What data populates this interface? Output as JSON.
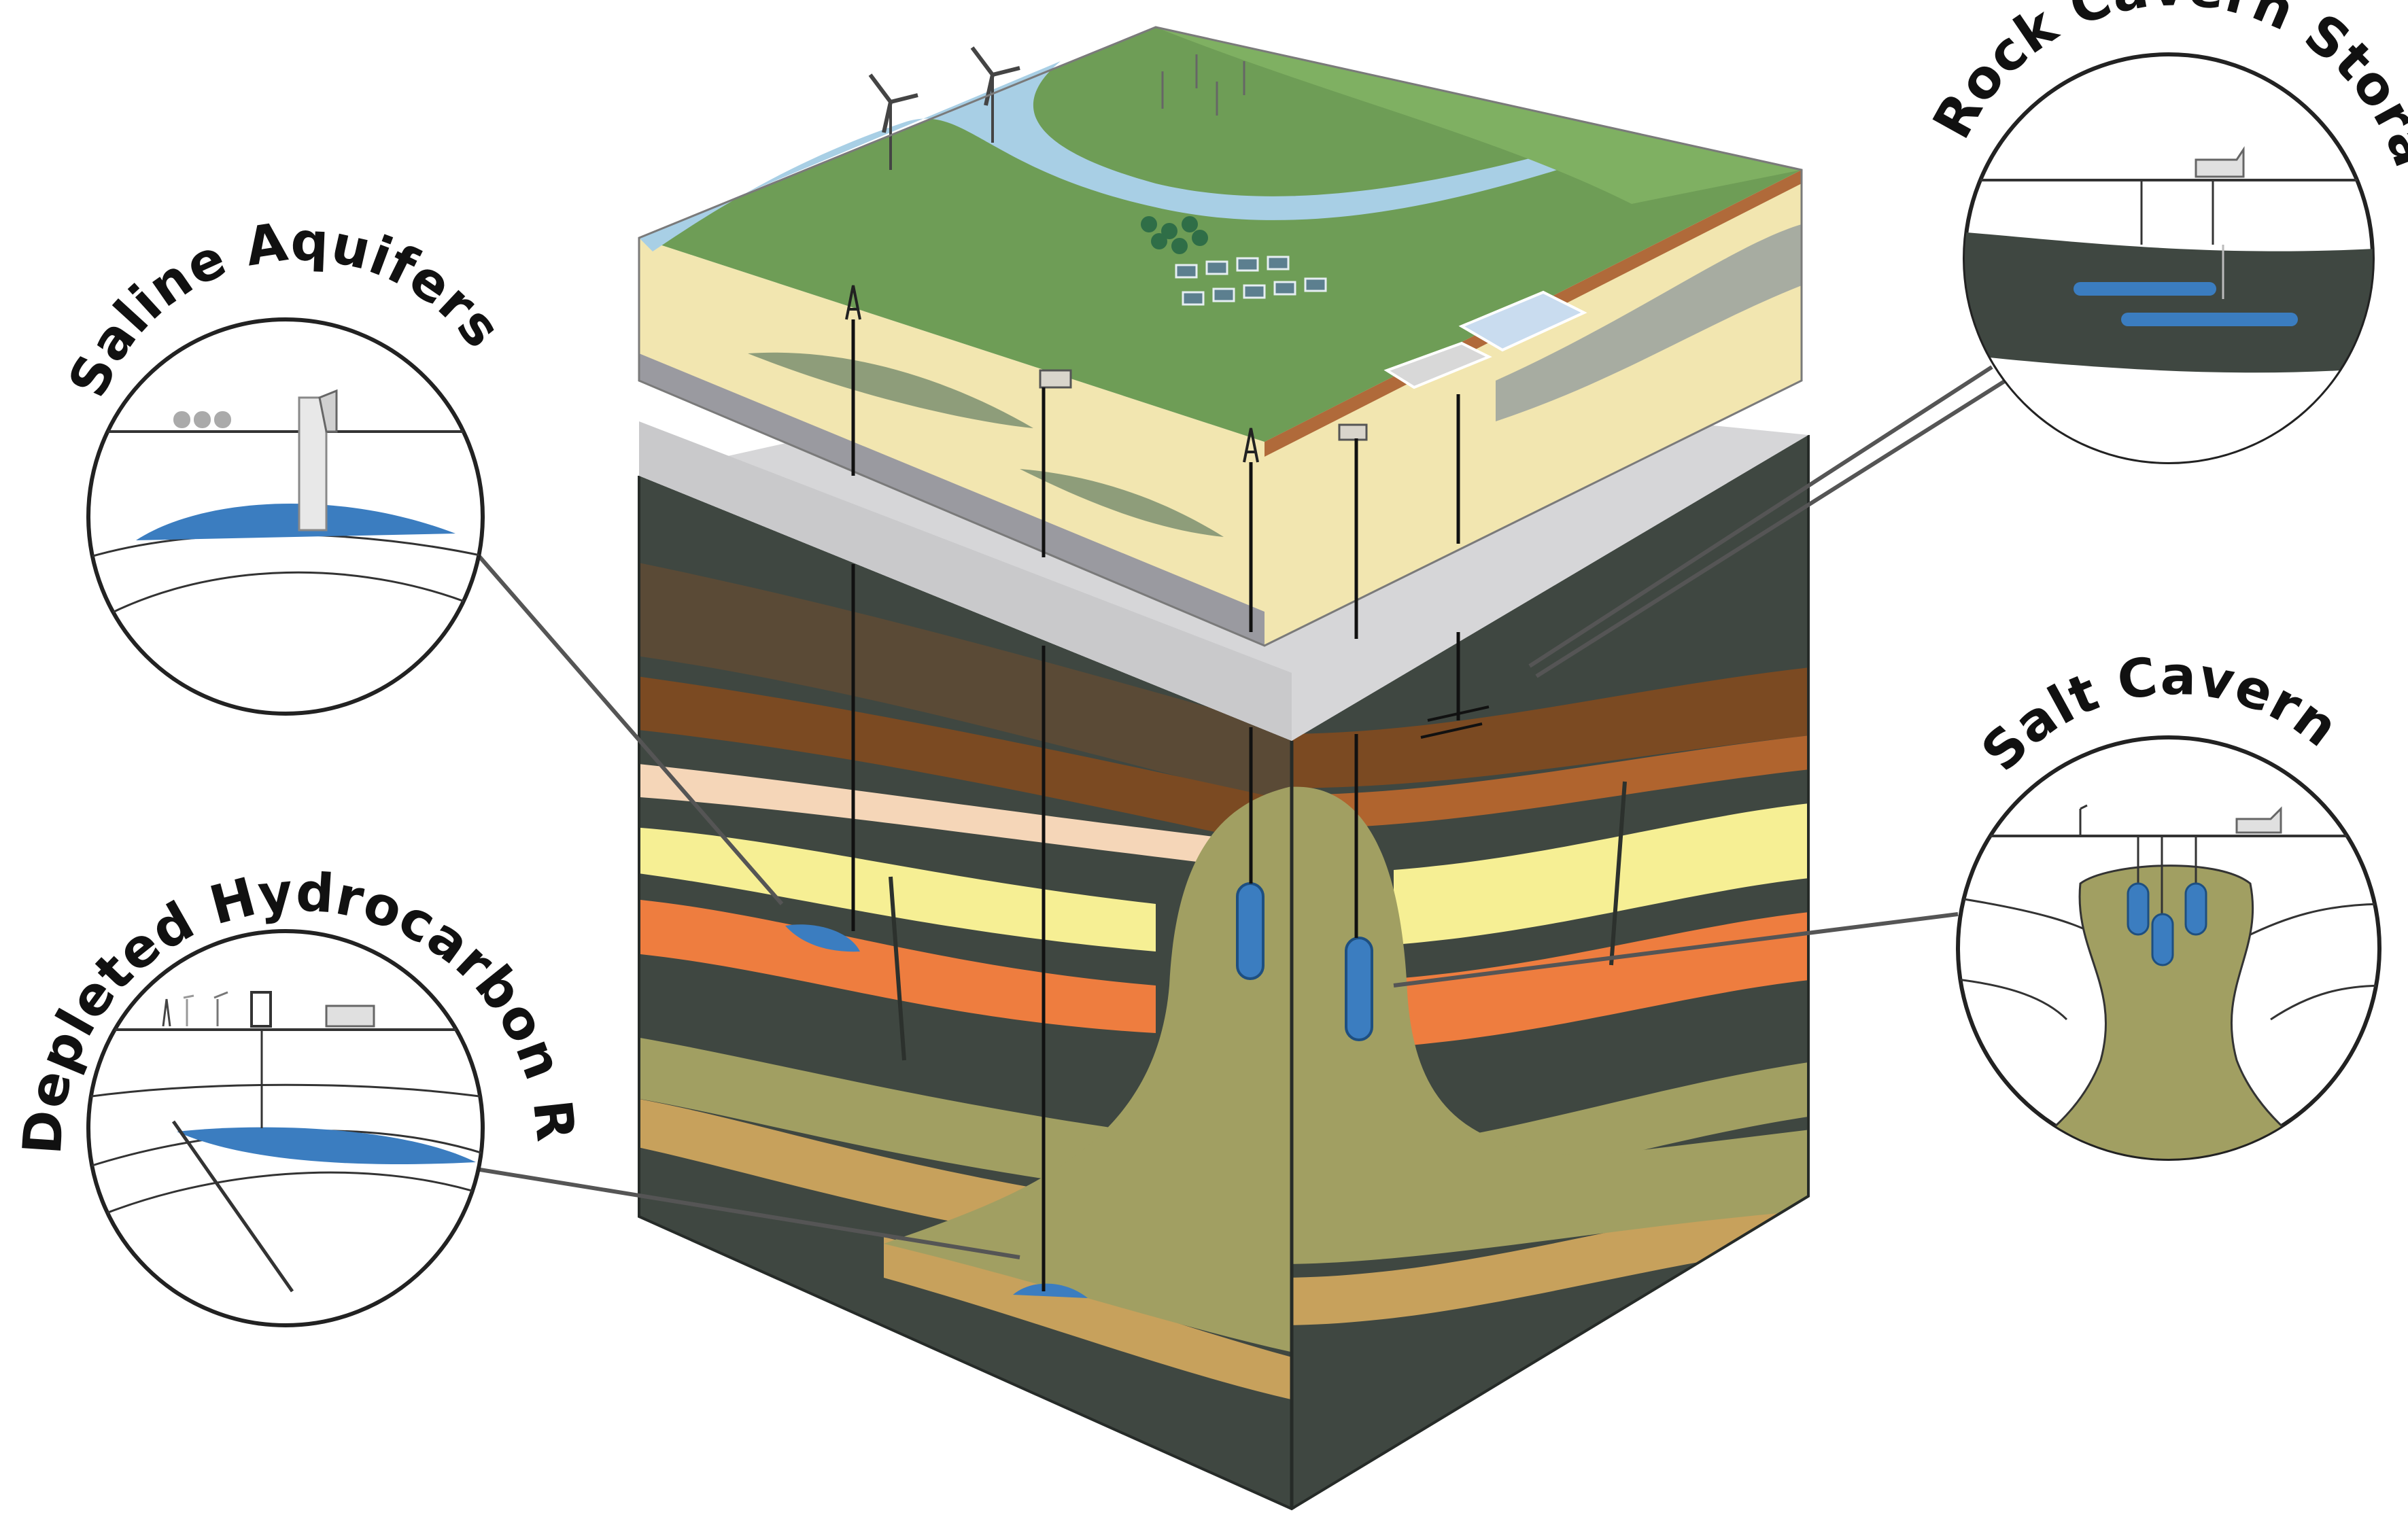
{
  "labels": {
    "saline": "Saline Aquifers",
    "depleted": "Depleted Hydrocarbon Reservoirs",
    "rock": "Rock Cavern Storage",
    "salt": "Salt Caverns"
  },
  "colors": {
    "dark_shale": "#3f4741",
    "brown": "#7b4a22",
    "rust": "#b0642e",
    "peach": "#f5d6b8",
    "yellow": "#f6ef94",
    "orange": "#ee7d3f",
    "salt_olive": "#a19f62",
    "tan": "#c7a15c",
    "storage_blue": "#3b7dc0",
    "ground_green": "#6e9d56",
    "water_blue": "#a8cfe5",
    "sand": "#f2e6b0",
    "gray_slab": "#d6d6d8"
  }
}
